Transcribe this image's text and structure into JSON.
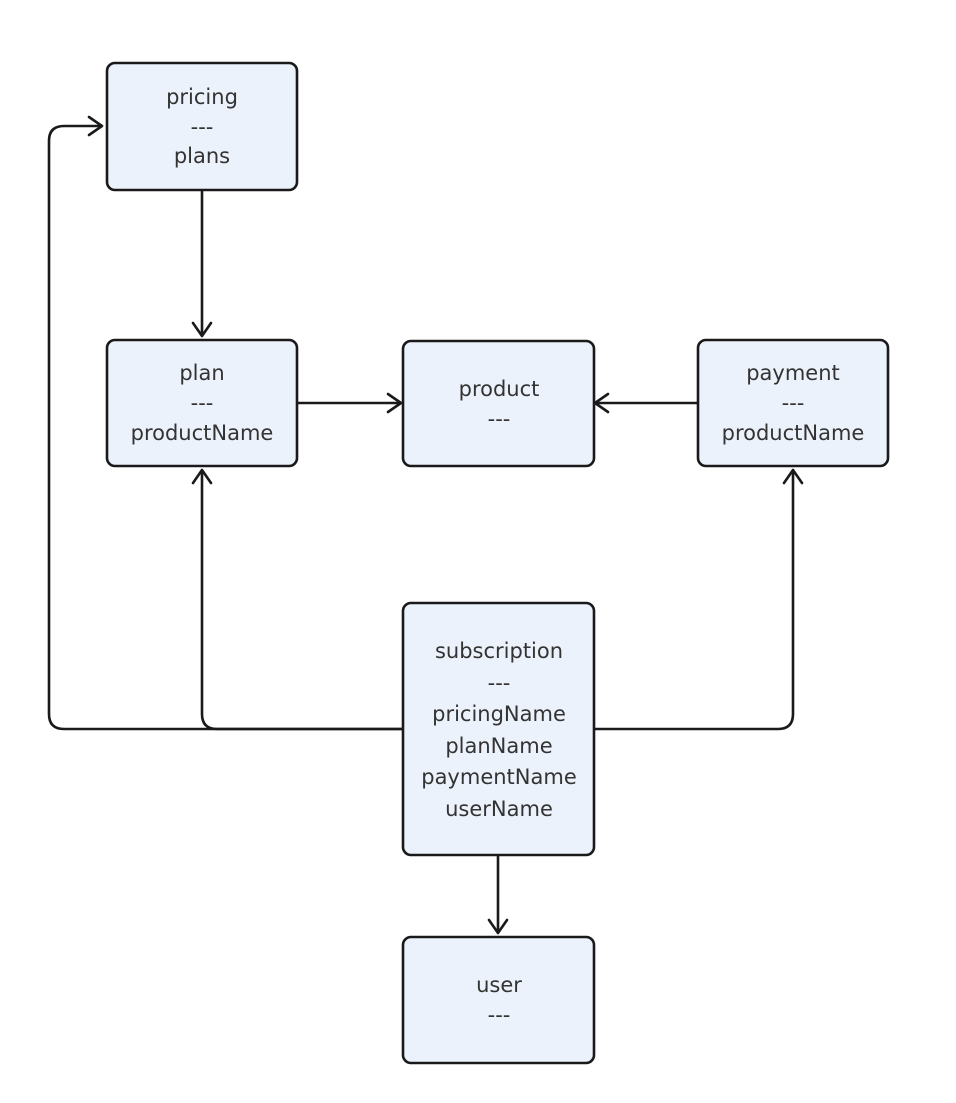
{
  "diagram": {
    "type": "flowchart",
    "colors": {
      "background": "#ffffff",
      "node_fill": "#ecf2fb",
      "node_border": "#1a1a1a",
      "edge": "#1a1a1a",
      "text": "#333333"
    },
    "nodes": {
      "pricing": {
        "lines": [
          "pricing",
          "---",
          "plans"
        ]
      },
      "plan": {
        "lines": [
          "plan",
          "---",
          "productName"
        ]
      },
      "product": {
        "lines": [
          "product",
          "---"
        ]
      },
      "payment": {
        "lines": [
          "payment",
          "---",
          "productName"
        ]
      },
      "subscription": {
        "lines": [
          "subscription",
          "---",
          "pricingName",
          "planName",
          "paymentName",
          "userName"
        ]
      },
      "user": {
        "lines": [
          "user",
          "---"
        ]
      }
    },
    "edges": [
      {
        "from": "pricing",
        "to": "plan"
      },
      {
        "from": "plan",
        "to": "product"
      },
      {
        "from": "payment",
        "to": "product"
      },
      {
        "from": "subscription",
        "to": "pricing"
      },
      {
        "from": "subscription",
        "to": "plan"
      },
      {
        "from": "subscription",
        "to": "payment"
      },
      {
        "from": "subscription",
        "to": "user"
      }
    ]
  }
}
